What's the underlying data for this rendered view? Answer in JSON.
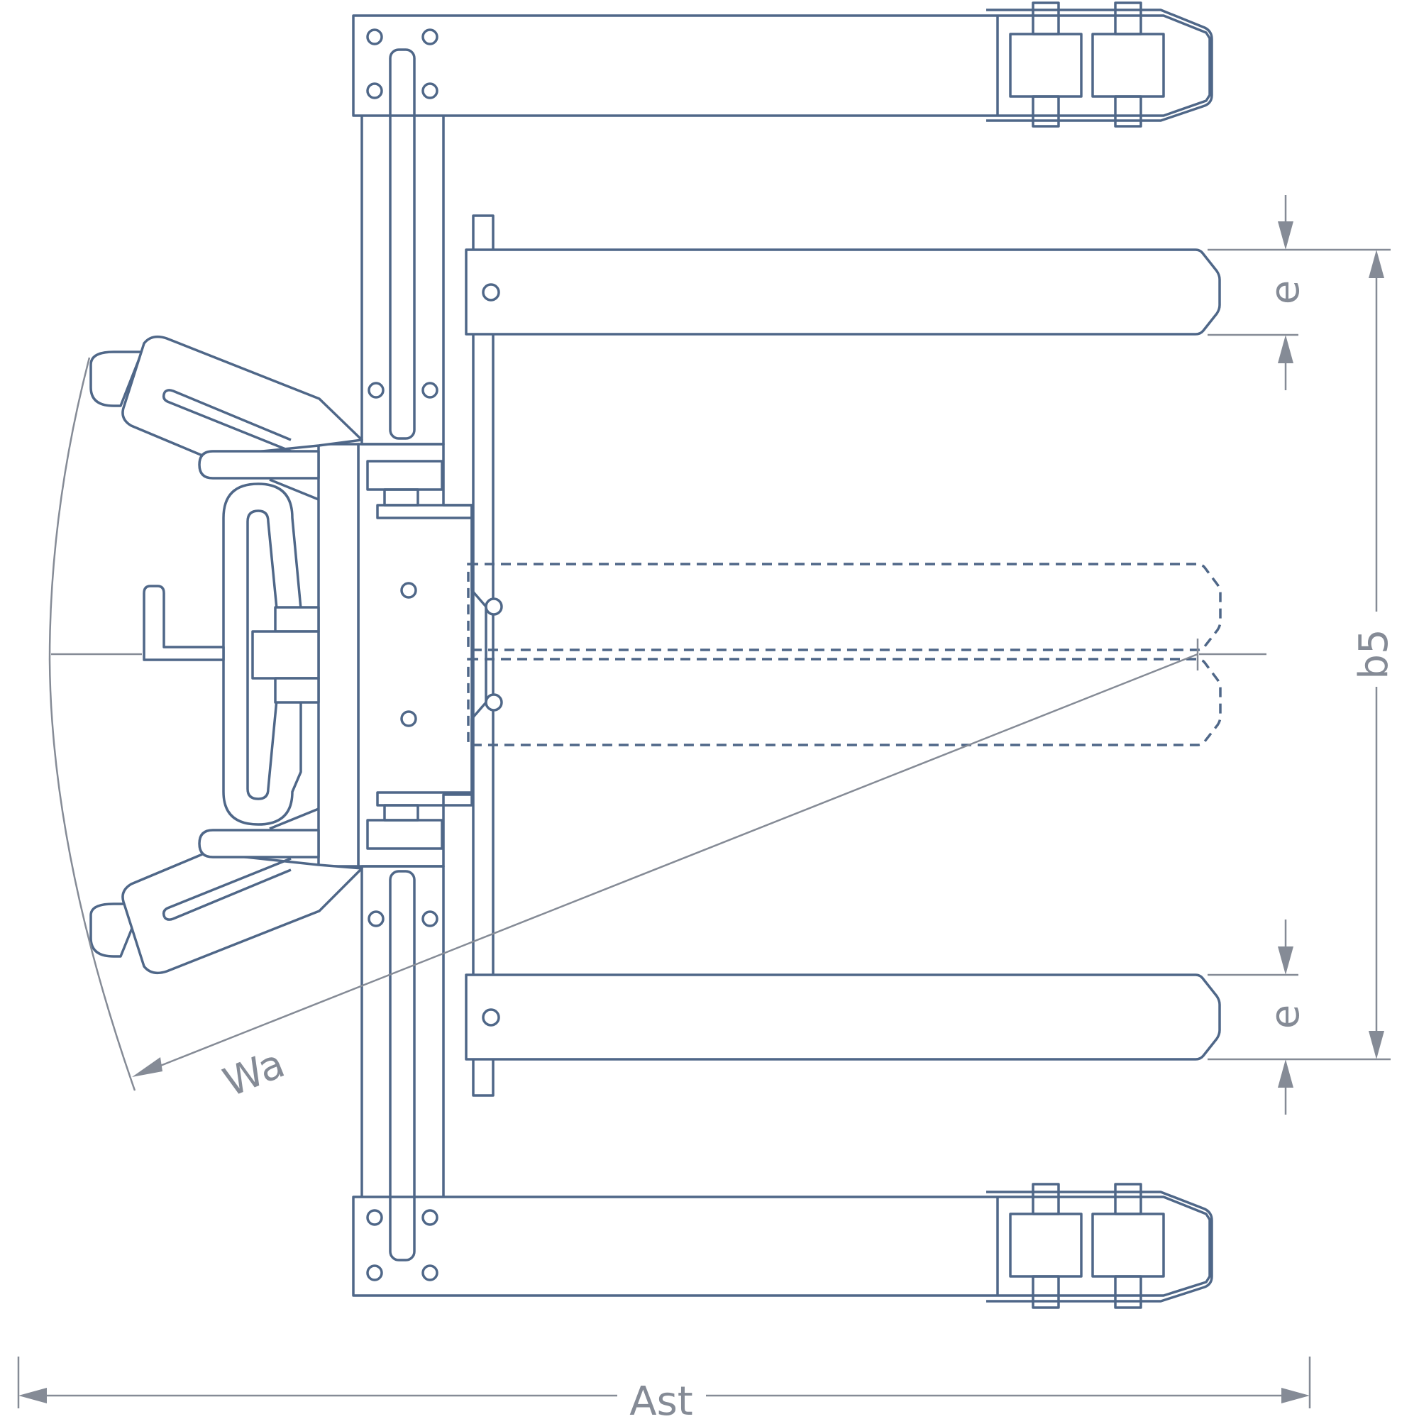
{
  "labels": {
    "ast": "Ast",
    "wa": "Wa",
    "b5": "b5",
    "e_top": "e",
    "e_bottom": "e"
  },
  "colors": {
    "outline": "#4f6788",
    "dimension": "#858b96",
    "background": "#ffffff"
  }
}
